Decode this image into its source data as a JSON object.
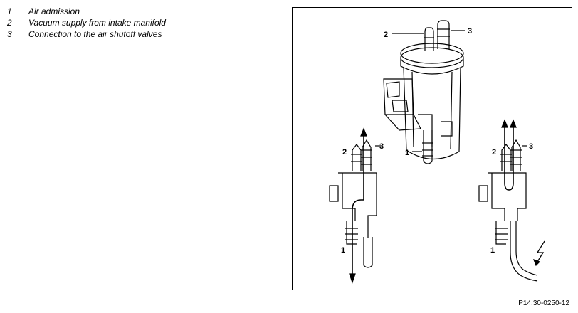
{
  "legend": [
    {
      "num": "1",
      "text": "Air admission"
    },
    {
      "num": "2",
      "text": "Vacuum supply from intake manifold"
    },
    {
      "num": "3",
      "text": "Connection to the air shutoff valves"
    }
  ],
  "figure": {
    "callouts": {
      "top_2": "2",
      "top_3": "3",
      "top_1": "1",
      "left_2": "2",
      "left_3": "3",
      "left_1": "1",
      "right_2": "2",
      "right_3": "3",
      "right_1": "1"
    }
  },
  "ref_code": "P14.30-0250-12"
}
